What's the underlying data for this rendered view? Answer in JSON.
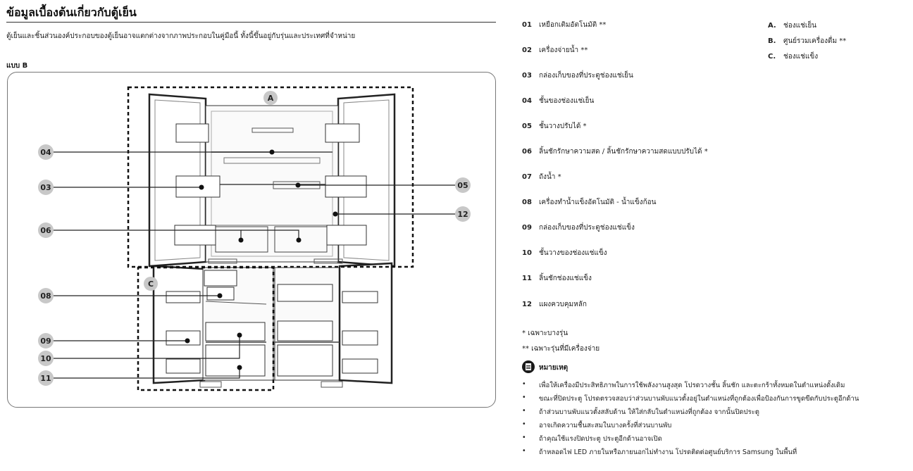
{
  "title": "ข้อมูลเบื้องต้นเกี่ยวกับตู้เย็น",
  "subtitle": "ตู้เย็นและชิ้นส่วนองค์ประกอบของตู้เย็นอาจแตกต่างจากภาพประกอบในคู่มือนี้ ทั้งนี้ขึ้นอยู่กับรุ่นและประเทศที่จำหน่าย",
  "model_label": "แบบ B",
  "diagram": {
    "zone_labels": [
      "A",
      "C"
    ],
    "callouts": [
      "04",
      "03",
      "06",
      "08",
      "09",
      "10",
      "11",
      "05",
      "12"
    ]
  },
  "parts": [
    {
      "num": "01",
      "text": "เหยือกเติมอัตโนมัติ **"
    },
    {
      "num": "02",
      "text": "เครื่องจ่ายน้ำ **"
    },
    {
      "num": "03",
      "text": "กล่องเก็บของที่ประตูช่องแช่เย็น"
    },
    {
      "num": "04",
      "text": "ชั้นของช่องแช่เย็น"
    },
    {
      "num": "05",
      "text": "ชั้นวางปรับได้ *"
    },
    {
      "num": "06",
      "text": "ลิ้นชักรักษาความสด / ลิ้นชักรักษาความสดแบบปรับได้ *"
    },
    {
      "num": "07",
      "text": "ถังน้ำ *"
    },
    {
      "num": "08",
      "text": "เครื่องทำน้ำแข็งอัตโนมัติ - น้ำแข็งก้อน"
    },
    {
      "num": "09",
      "text": "กล่องเก็บของที่ประตูช่องแช่แข็ง"
    },
    {
      "num": "10",
      "text": "ชั้นวางของช่องแช่แข็ง"
    },
    {
      "num": "11",
      "text": "ลิ้นชักช่องแช่แข็ง"
    },
    {
      "num": "12",
      "text": "แผงควบคุมหลัก"
    }
  ],
  "sections": [
    {
      "letter": "A.",
      "text": "ช่องแช่เย็น"
    },
    {
      "letter": "B.",
      "text": "ศูนย์รวมเครื่องดื่ม **"
    },
    {
      "letter": "C.",
      "text": "ช่องแช่แข็ง"
    }
  ],
  "footnotes": [
    "* เฉพาะบางรุ่น",
    "** เฉพาะรุ่นที่มีเครื่องจ่าย"
  ],
  "note": {
    "title": "หมายเหตุ",
    "bullet": "•",
    "items": [
      "เพื่อให้เครื่องมีประสิทธิภาพในการใช้พลังงานสูงสุด โปรดวางชั้น ลิ้นชัก และตะกร้าทั้งหมดในตำแหน่งดั้งเดิม",
      "ขณะที่ปิดประตู โปรดตรวจสอบว่าส่วนบานพับแนวตั้งอยู่ในตำแหน่งที่ถูกต้องเพื่อป้องกันการขูดขีดกับประตูอีกด้าน",
      "ถ้าส่วนบานพับแนวตั้งสลับด้าน ให้ใส่กลับในตำแหน่งที่ถูกต้อง จากนั้นปิดประตู",
      "อาจเกิดความชื้นสะสมในบางครั้งที่ส่วนบานพับ",
      "ถ้าคุณใช้แรงปิดประตู ประตูอีกด้านอาจเปิด",
      "ถ้าหลอดไฟ LED ภายในหรือภายนอกไม่ทำงาน โปรดติดต่อศูนย์บริการ Samsung ในพื้นที่"
    ]
  }
}
